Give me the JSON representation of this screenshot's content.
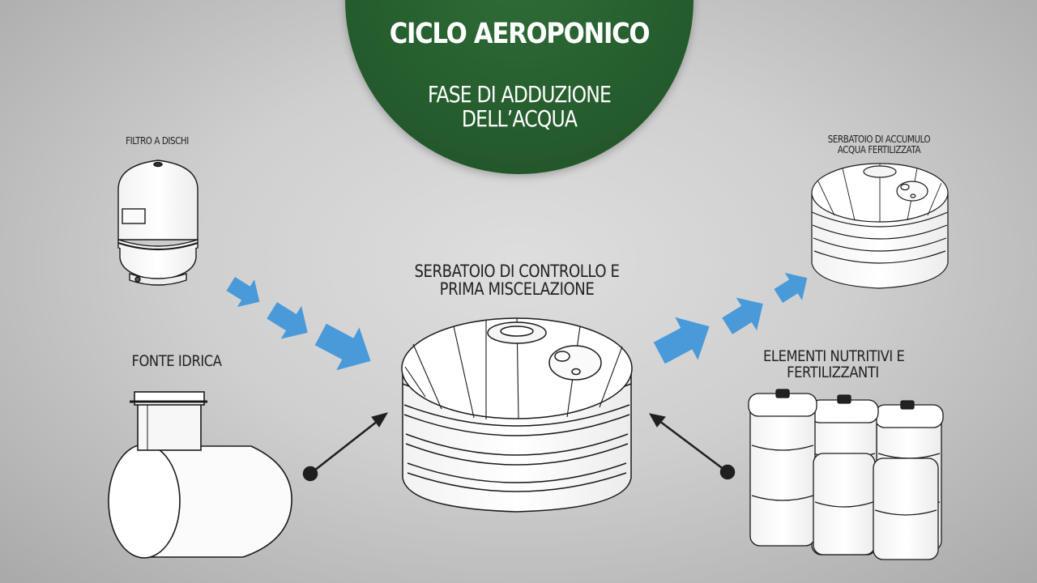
{
  "title": {
    "main": "CICLO AEROPONICO",
    "sub_line1": "FASE DI ADDUZIONE",
    "sub_line2": "DELL’ACQUA"
  },
  "labels": {
    "filtro": "FILTRO A DISCHI",
    "fonte": "FONTE IDRICA",
    "serbatoio_controllo_line1": "SERBATOIO DI CONTROLLO E",
    "serbatoio_controllo_line2": "PRIMA MISCELAZIONE",
    "serbatoio_accumulo_line1": "SERBATOIO DI ACCUMULO",
    "serbatoio_accumulo_line2": "ACQUA FERTILIZZATA",
    "elementi_line1": "ELEMENTI NUTRITIVI E",
    "elementi_line2": "FERTILIZZANTI"
  },
  "colors": {
    "title_disc": "#245a2c",
    "flow_arrow": "#4a9ad9",
    "connector": "#1f1f1f",
    "outline": "#1a1a1a"
  }
}
